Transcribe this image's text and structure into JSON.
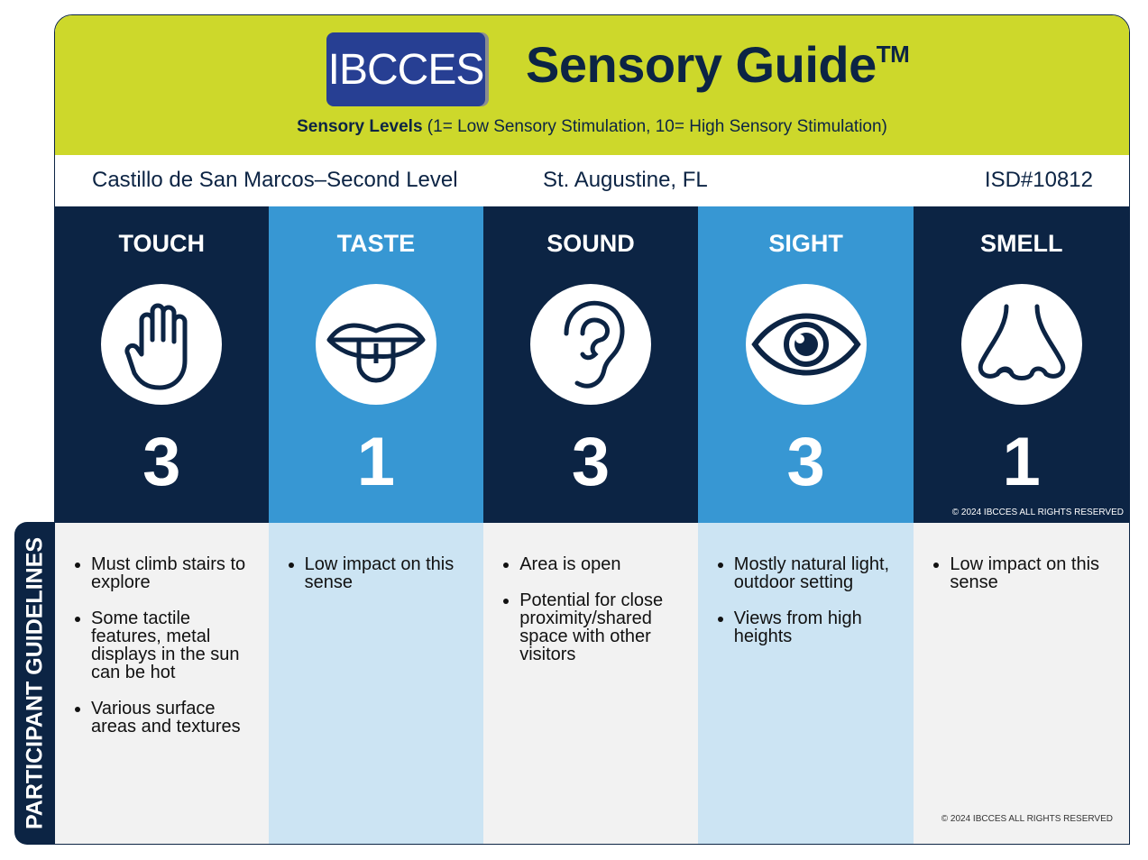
{
  "header": {
    "logo": "IBCCES",
    "title": "Sensory Guide",
    "trademark": "TM",
    "subtitle_bold": "Sensory Levels",
    "subtitle_rest": " (1= Low Sensory Stimulation, 10= High Sensory Stimulation)"
  },
  "info": {
    "venue": "Castillo de San Marcos–Second Level",
    "location": "St. Augustine, FL",
    "isd": "ISD#10812"
  },
  "senses": [
    {
      "name": "TOUCH",
      "icon": "hand-icon",
      "level": "3",
      "guidelines": [
        "Must climb stairs to explore",
        "Some tactile features, metal displays in the sun can be hot",
        "Various surface areas and textures"
      ]
    },
    {
      "name": "TASTE",
      "icon": "tongue-icon",
      "level": "1",
      "guidelines": [
        "Low impact on this sense"
      ]
    },
    {
      "name": "SOUND",
      "icon": "ear-icon",
      "level": "3",
      "guidelines": [
        "Area is open",
        "Potential for close proximity/shared space with other visitors"
      ]
    },
    {
      "name": "SIGHT",
      "icon": "eye-icon",
      "level": "3",
      "guidelines": [
        "Mostly natural light, outdoor setting",
        "Views from high heights"
      ]
    },
    {
      "name": "SMELL",
      "icon": "nose-icon",
      "level": "1",
      "guidelines": [
        "Low impact on this sense"
      ]
    }
  ],
  "side_label": "PARTICIPANT GUIDELINES",
  "copyright": "© 2024 IBCCES ALL RIGHTS RESERVED",
  "colors": {
    "green": "#cdd82b",
    "navy": "#0c2444",
    "blue": "#3797d3",
    "light_gray": "#f2f2f2",
    "light_blue": "#cce4f3"
  }
}
